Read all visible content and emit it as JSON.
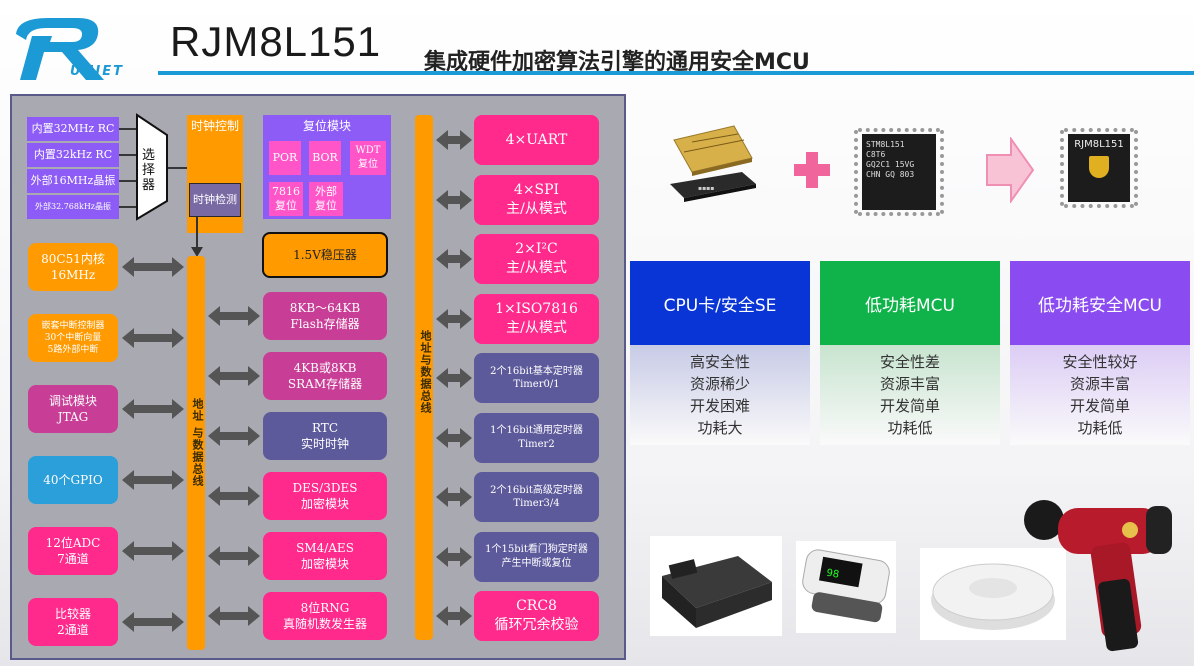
{
  "header": {
    "logo_text": "UNJET",
    "title": "RJM8L151",
    "subtitle": "集成硬件加密算法引擎的通用安全MCU"
  },
  "diagram": {
    "clock_sources": [
      "内置32MHz RC",
      "内置32kHz RC",
      "外部16MHz晶振",
      "外部32.768kHz晶振"
    ],
    "selector": "选择器",
    "clock_control": "时钟控制",
    "clock_detect": "时钟检测",
    "reset": {
      "title": "复位模块",
      "items": [
        "POR",
        "BOR",
        "WDT复位",
        "7816复位",
        "外部复位"
      ]
    },
    "regulator": "1.5V稳压器",
    "left_blocks": [
      {
        "text": "80C51内核\n16MHz",
        "color": "#ff9a00"
      },
      {
        "text": "嵌套中断控制器\n30个中断向量\n5路外部中断",
        "color": "#ff9a00"
      },
      {
        "text": "调试模块\nJTAG",
        "color": "#c83e96"
      },
      {
        "text": "40个GPIO",
        "color": "#2b9fd9"
      },
      {
        "text": "12位ADC\n7通道",
        "color": "#ff2a8c"
      },
      {
        "text": "比较器\n2通道",
        "color": "#ff2a8c"
      }
    ],
    "mid_blocks": [
      {
        "text": "8KB～64KB\nFlash存储器",
        "color": "#c83e96"
      },
      {
        "text": "4KB或8KB\nSRAM存储器",
        "color": "#c83e96"
      },
      {
        "text": "RTC\n实时时钟",
        "color": "#5d5a9c"
      },
      {
        "text": "DES/3DES\n加密模块",
        "color": "#ff2a8c"
      },
      {
        "text": "SM4/AES\n加密模块",
        "color": "#ff2a8c"
      },
      {
        "text": "8位RNG\n真随机数发生器",
        "color": "#ff2a8c"
      }
    ],
    "right_blocks": [
      {
        "text": "4×UART",
        "color": "#ff2a8c"
      },
      {
        "text": "4×SPI\n主/从模式",
        "color": "#ff2a8c"
      },
      {
        "text": "2×I²C\n主/从模式",
        "color": "#ff2a8c"
      },
      {
        "text": "1×ISO7816\n主/从模式",
        "color": "#ff2a8c"
      },
      {
        "text": "2个16bit基本定时器\nTimer0/1",
        "color": "#5d5a9c"
      },
      {
        "text": "1个16bit通用定时器\nTimer2",
        "color": "#5d5a9c"
      },
      {
        "text": "2个16bit高级定时器\nTimer3/4",
        "color": "#5d5a9c"
      },
      {
        "text": "1个15bit看门狗定时器\n产生中断或复位",
        "color": "#5d5a9c"
      },
      {
        "text": "CRC8\n循环冗余校验",
        "color": "#ff2a8c"
      }
    ],
    "bus_label": "地址 与数据总线",
    "bus_label_right": "地址与数据总线"
  },
  "chips": {
    "chip2_lines": [
      "STM8L151",
      "C8T6",
      "GQ2C1 15VG",
      "CHN GQ 803"
    ],
    "chip3_label": "RJM8L151"
  },
  "comparison": [
    {
      "title": "CPU卡/安全SE",
      "color": "#0a35d6",
      "features": [
        "高安全性",
        "资源稀少",
        "开发困难",
        "功耗大"
      ]
    },
    {
      "title": "低功耗MCU",
      "color": "#10b34a",
      "features": [
        "安全性差",
        "资源丰富",
        "开发简单",
        "功耗低"
      ]
    },
    {
      "title": "低功耗安全MCU",
      "color": "#8a4cf0",
      "features": [
        "安全性较好",
        "资源丰富",
        "开发简单",
        "功耗低"
      ]
    }
  ]
}
